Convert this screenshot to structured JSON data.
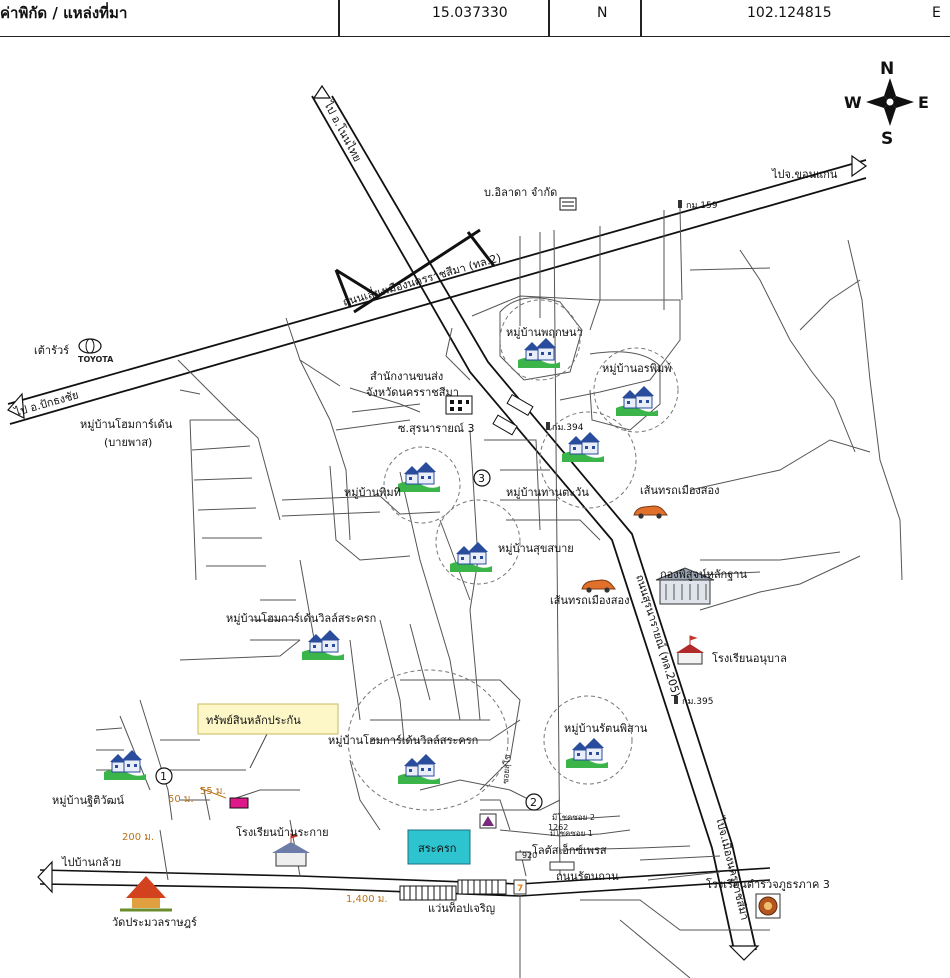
{
  "header": {
    "title": "ค่าพิกัด / แหล่งที่มา",
    "latitude": "15.037330",
    "lat_dir": "N",
    "longitude": "102.124815",
    "lon_dir": "E"
  },
  "compass": {
    "n": "N",
    "s": "S",
    "e": "E",
    "w": "W"
  },
  "roads": {
    "to_nonthai": "ไป อ.โนนไทย",
    "to_khonkaen": "ไปจ.ขอนแก่น",
    "to_pakthongchai": "ไป อ.ปักธงชัย",
    "bypass": "ถนนเลี่ยงเมืองนครราชสีมา (ทล.2)",
    "suranarai": "ถนนสุรนารายณ์ (ทล.205)",
    "to_nakhonratchasima": "ไปจ.เมืองนครราชสีมา",
    "to_ban_kluay": "ไปบ้านกล้วย",
    "ratsadonsathan": "ถนนรัตนถาน",
    "soi_suranarai3": "ซ.สุรนารายณ์ 3",
    "soi_sukhothai": "ซอยสุโข",
    "mee_chok_2": "มีโชคซอย 2",
    "mee_chok_1": "มีโชคซอย 1"
  },
  "places": {
    "ilada": "บ.อิลาดา จำกัด",
    "toyota": "เต้ารัวร์",
    "toyota_logo": "TOYOTA",
    "transport_office_1": "สำนักงานขนส่ง",
    "transport_office_2": "จังหวัดนครราชสีมา",
    "home_garden": "หมู่บ้านโฮมการ์เด้น",
    "home_garden_sub": "(บายพาส)",
    "pruksa": "หมู่บ้านพฤกษนา",
    "orapim": "หมู่บ้านอรพิมพ์",
    "phimthip": "หมู่บ้านพิมทิ",
    "tawan": "หมู่บ้านทานตะวัน",
    "suksabai": "หมู่บ้านสุขสบาย",
    "bus_route_1": "เส้นทรถเมืองสอง",
    "bus_route_2": "เส้นทรถเมืองสอง",
    "evidence": "กองพิสูจน์หลักฐาน",
    "kindergarten": "โรงเรียนอนุบาล",
    "hg_villa_1": "หมู่บ้านโฮมการ์เด้นวิลล์สระครก",
    "hg_villa_2": "หมู่บ้านโฮมการ์เด้นวิลล์สระครก",
    "rattanaphisan": "หมู่บ้านรัตนพิสาน",
    "collateral": "ทรัพย์สินหลักประกัน",
    "jitiwat": "หมู่บ้านฐิติวัฒน์",
    "school_rakai": "โรงเรียนบ้านระกาย",
    "sa_krok": "สระครก",
    "lotus": "โลตัสเอ็กซ์เพรส",
    "seven_eleven": "7",
    "police_school": "โรงเรียนตำรวจภูธรภาค 3",
    "temple": "วัดประมวลราษฎร์",
    "wanthop": "แว่นท็อปเจริญ"
  },
  "markers": {
    "km159": "กม.159",
    "km394": "กม.394",
    "km395": "กม.395",
    "c1": "1",
    "c2": "2",
    "c3": "3",
    "p1262": "1262",
    "p920": "920"
  },
  "distances": {
    "d55": "55  ม.",
    "d50": "50  ม.",
    "d200": "200  ม.",
    "d1400": "1,400  ม."
  },
  "colors": {
    "road": "#111111",
    "house_roof": "#2a4c9c",
    "house_body": "#e9eef8",
    "grass": "#3bb54a",
    "target": "#e0198a",
    "pond": "#2ec4cf",
    "callout_bg": "#fdf7c8",
    "distance": "#b8741a"
  },
  "icons": {
    "house": "house-icon",
    "factory": "factory-icon",
    "car": "car-icon",
    "school": "school-icon",
    "building": "building-icon",
    "temple": "temple-icon",
    "seal": "police-seal-icon"
  }
}
